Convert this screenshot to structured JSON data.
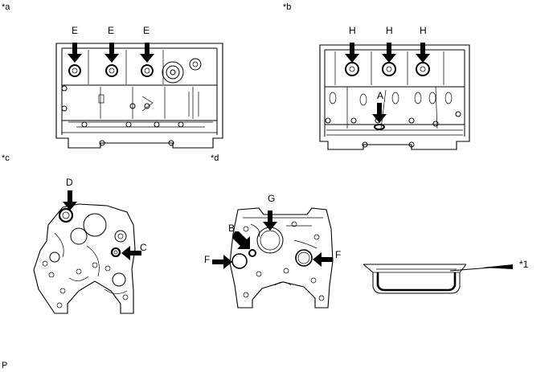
{
  "panels": {
    "a": {
      "tag": "*a",
      "callouts": [
        "E",
        "E",
        "E"
      ]
    },
    "b": {
      "tag": "*b",
      "callouts": [
        "H",
        "H",
        "H",
        "A"
      ]
    },
    "c": {
      "tag": "*c",
      "callouts": [
        "D",
        "C"
      ]
    },
    "d": {
      "tag": "*d",
      "callouts": [
        "G",
        "B",
        "F",
        "F"
      ]
    },
    "detail": {
      "callout": "*1"
    }
  },
  "footer": {
    "code": "P"
  },
  "icons": {
    "callout_arrow": "solid-black-arrow-icon"
  }
}
